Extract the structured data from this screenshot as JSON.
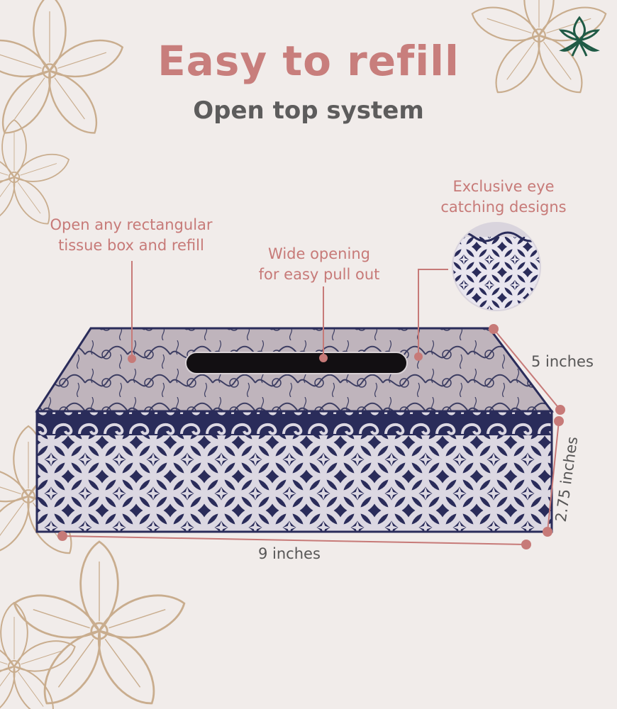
{
  "header": {
    "title": "Easy to refill",
    "subtitle": "Open top system"
  },
  "callouts": {
    "refill": {
      "line1": "Open any rectangular",
      "line2": "tissue box and refill"
    },
    "opening": {
      "line1": "Wide opening",
      "line2": "for easy pull out"
    },
    "designs": {
      "line1": "Exclusive eye",
      "line2": "catching designs"
    }
  },
  "dimensions": {
    "depth": "5 inches",
    "height": "2.75 inches",
    "width": "9 inches"
  },
  "colors": {
    "background": "#f1ecea",
    "accent": "#c87e7c",
    "text_dark": "#5d5c5c",
    "pattern_navy": "#2a2c5a",
    "floral_outline": "#c9ad8e",
    "logo_green": "#1f5a45"
  },
  "icons": {
    "logo": "lotus-logo-icon"
  }
}
